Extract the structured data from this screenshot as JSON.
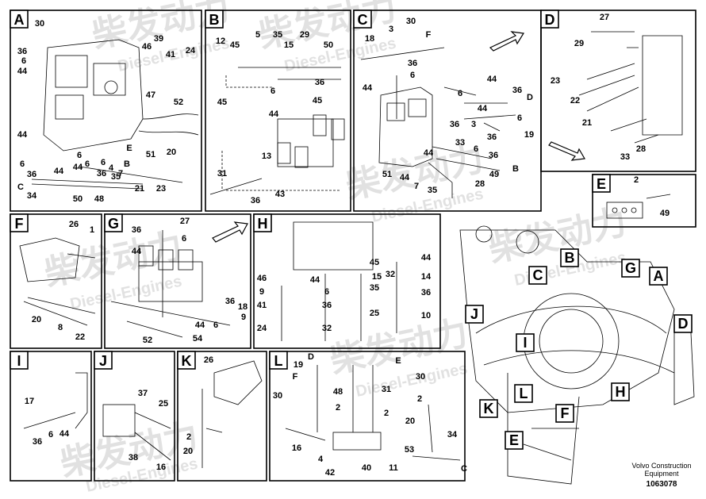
{
  "watermark": {
    "line1": "柴发动力",
    "line2": "Diesel-Engines"
  },
  "panels": [
    {
      "id": "A",
      "callouts": [
        "30",
        "36",
        "6",
        "44",
        "46",
        "39",
        "41",
        "24",
        "47",
        "52",
        "44",
        "6",
        "36",
        "44",
        "6",
        "44",
        "6",
        "6",
        "36",
        "4",
        "7",
        "35",
        "B",
        "20",
        "51",
        "C",
        "34",
        "50",
        "48",
        "21",
        "23",
        "E"
      ]
    },
    {
      "id": "B",
      "callouts": [
        "12",
        "45",
        "5",
        "45",
        "15",
        "35",
        "29",
        "50",
        "36",
        "6",
        "45",
        "44",
        "13",
        "31",
        "36",
        "43"
      ]
    },
    {
      "id": "C",
      "callouts": [
        "18",
        "3",
        "30",
        "F",
        "36",
        "6",
        "44",
        "44",
        "6",
        "36",
        "D",
        "44",
        "6",
        "19",
        "33",
        "6",
        "36",
        "B",
        "51",
        "44",
        "7",
        "35",
        "28",
        "49",
        "3",
        "36",
        "36",
        "44"
      ]
    },
    {
      "id": "D",
      "callouts": [
        "27",
        "29",
        "23",
        "22",
        "21",
        "33",
        "28"
      ]
    },
    {
      "id": "E",
      "callouts": [
        "2",
        "49"
      ]
    },
    {
      "id": "F",
      "callouts": [
        "26",
        "1",
        "20",
        "8",
        "22"
      ]
    },
    {
      "id": "G",
      "callouts": [
        "27",
        "36",
        "6",
        "44",
        "18",
        "36",
        "9",
        "44",
        "6",
        "52",
        "54"
      ]
    },
    {
      "id": "H",
      "callouts": [
        "45",
        "44",
        "46",
        "44",
        "15",
        "14",
        "9",
        "6",
        "35",
        "36",
        "41",
        "36",
        "25",
        "10",
        "24",
        "32",
        "32"
      ]
    },
    {
      "id": "I",
      "callouts": [
        "17",
        "36",
        "6",
        "44"
      ]
    },
    {
      "id": "J",
      "callouts": [
        "37",
        "25",
        "38",
        "16"
      ]
    },
    {
      "id": "K",
      "callouts": [
        "26",
        "2",
        "20"
      ]
    },
    {
      "id": "L",
      "callouts": [
        "19",
        "D",
        "E",
        "30",
        "F",
        "48",
        "31",
        "30",
        "2",
        "2",
        "2",
        "20",
        "53",
        "34",
        "16",
        "4",
        "C",
        "42",
        "40",
        "11"
      ]
    }
  ],
  "overview": {
    "labels": [
      "B",
      "C",
      "G",
      "A",
      "J",
      "D",
      "I",
      "H",
      "L",
      "K",
      "F",
      "E"
    ]
  },
  "footer": {
    "maker": "Volvo Construction",
    "maker2": "Equipment",
    "number": "1063078"
  }
}
